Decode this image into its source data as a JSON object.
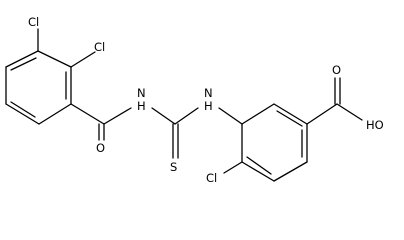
{
  "molecule": {
    "labels": {
      "cl_top": "Cl",
      "cl_left": "Cl",
      "nh_left": "N\nH",
      "nh_right": "N\nH",
      "oxygen_carbonyl": "O",
      "sulfur": "S",
      "cl_bottom": "Cl",
      "oxygen_acid": "O",
      "hydroxyl": "HO"
    }
  }
}
